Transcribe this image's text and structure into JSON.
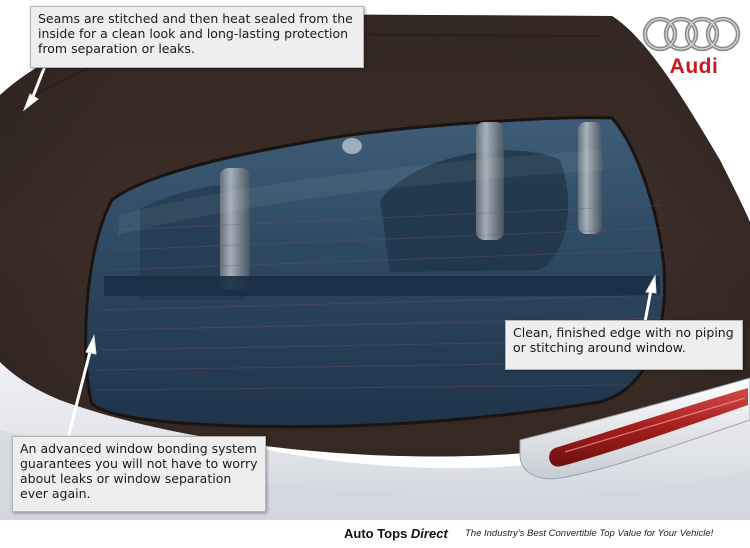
{
  "callouts": {
    "seams": "Seams are stitched and then heat sealed from the inside for a clean look and long-lasting protection from separation or leaks.",
    "edge": "Clean, finished edge with no piping or stitching around window.",
    "bonding": "An advanced window bonding system guarantees you will not have to worry about leaks or window separation ever again."
  },
  "logo": {
    "wordmark": "Audi"
  },
  "footer": {
    "brand_main": "Auto Tops ",
    "brand_accent": "Direct",
    "tagline": "The Industry's Best Convertible Top Value for Your Vehicle!"
  },
  "colors": {
    "top_fabric": "#3a2b25",
    "window_glass": "#2e4a63",
    "car_body": "#e6e7ec",
    "brake_light": "#a51d1d",
    "brand_red": "#c7191e",
    "callout_bg": "#eeeeee"
  }
}
